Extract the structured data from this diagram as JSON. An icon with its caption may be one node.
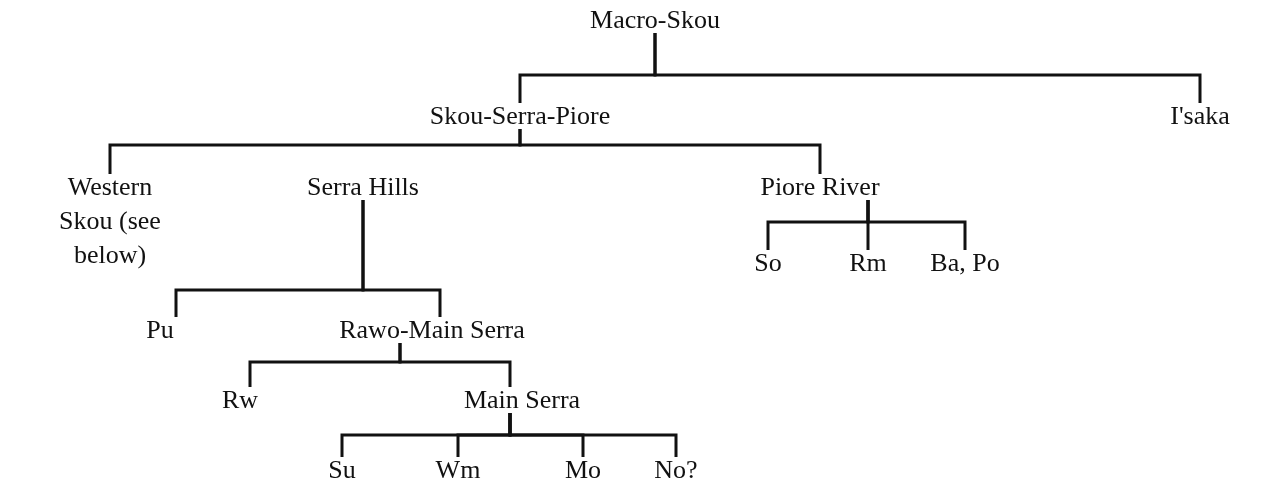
{
  "diagram": {
    "nodes": [
      {
        "text": [
          "Macro-Skou"
        ]
      },
      {
        "text": [
          "Skou-Serra-Piore"
        ]
      },
      {
        "text": [
          "I'saka"
        ]
      },
      {
        "text": [
          "Western Skou (see below)"
        ]
      },
      {
        "text": [
          "Serra Hills"
        ]
      },
      {
        "text": [
          "Piore River"
        ]
      },
      {
        "text": [
          "So"
        ]
      },
      {
        "text": [
          "Rm"
        ]
      },
      {
        "text": [
          "Ba, Po"
        ]
      },
      {
        "text": [
          "Pu"
        ]
      },
      {
        "text": [
          "Rawo-Main Serra"
        ]
      },
      {
        "text": [
          "Rw"
        ]
      },
      {
        "text": [
          "Main Serra"
        ]
      },
      {
        "text": [
          "Su"
        ]
      },
      {
        "text": [
          "Wm"
        ]
      },
      {
        "text": [
          "Mo"
        ]
      },
      {
        "text": [
          "No?"
        ]
      }
    ],
    "edges": [
      {
        "from": 0,
        "to": 1,
        "arrow": "none"
      },
      {
        "from": 0,
        "to": 2,
        "arrow": "none"
      },
      {
        "from": 1,
        "to": 3,
        "arrow": "none"
      },
      {
        "from": 1,
        "to": 5,
        "arrow": "none"
      },
      {
        "from": 5,
        "to": 6,
        "arrow": "none"
      },
      {
        "from": 5,
        "to": 7,
        "arrow": "none"
      },
      {
        "from": 5,
        "to": 8,
        "arrow": "none"
      },
      {
        "from": 4,
        "to": 9,
        "arrow": "none"
      },
      {
        "from": 4,
        "to": 10,
        "arrow": "none"
      },
      {
        "from": 10,
        "to": 11,
        "arrow": "none"
      },
      {
        "from": 10,
        "to": 12,
        "arrow": "none"
      },
      {
        "from": 12,
        "to": 13,
        "arrow": "none"
      },
      {
        "from": 12,
        "to": 14,
        "arrow": "none"
      },
      {
        "from": 12,
        "to": 15,
        "arrow": "none"
      },
      {
        "from": 12,
        "to": 16,
        "arrow": "none"
      }
    ]
  }
}
